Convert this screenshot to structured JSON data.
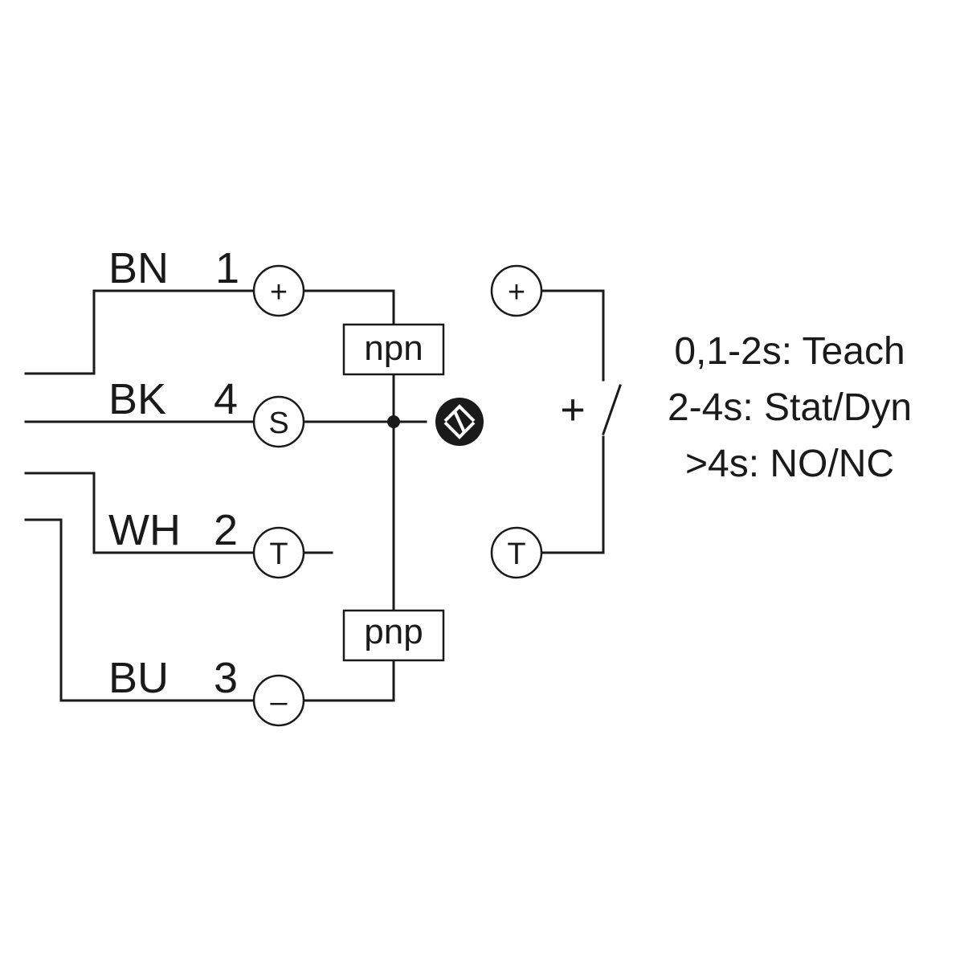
{
  "wires": {
    "bn": {
      "color": "BN",
      "pin": "1",
      "symbol": "+"
    },
    "bk": {
      "color": "BK",
      "pin": "4",
      "symbol": "S"
    },
    "wh": {
      "color": "WH",
      "pin": "2",
      "symbol": "T"
    },
    "bu": {
      "color": "BU",
      "pin": "3",
      "symbol": "–"
    }
  },
  "outputs": {
    "npn": "npn",
    "pnp": "pnp"
  },
  "teach_circuit": {
    "plus_terminal": "+",
    "teach_terminal": "T",
    "switch_supply": "+"
  },
  "teach_modes": [
    "0,1-2s: Teach",
    "2-4s: Stat/Dyn",
    ">4s: NO/NC"
  ],
  "icons": {
    "output_indicator": "output-switching-icon"
  },
  "colors": {
    "line": "#1a1a1a",
    "background": "#ffffff"
  }
}
